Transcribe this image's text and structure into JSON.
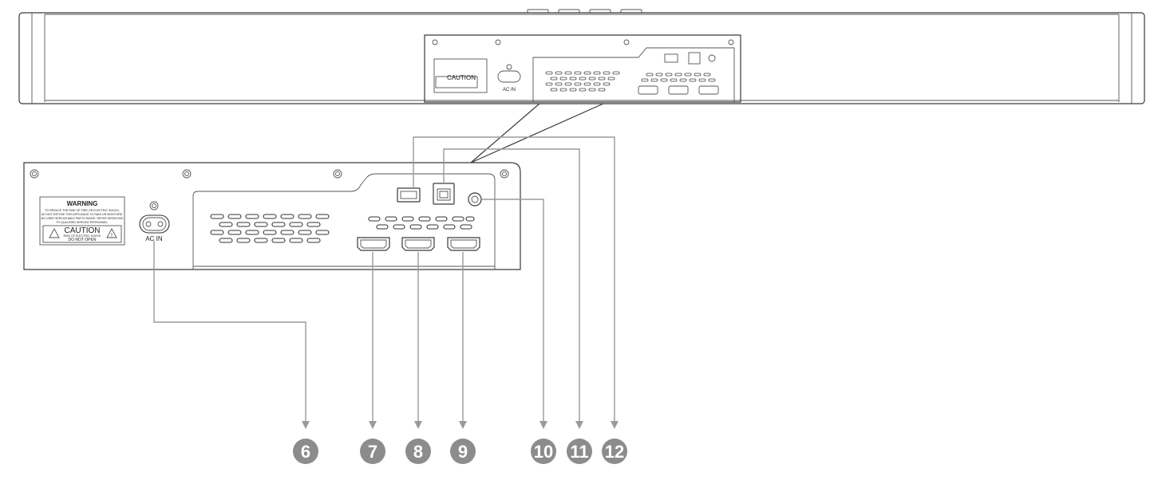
{
  "labels": {
    "ac_in": "AC IN",
    "warning_title": "WARNING",
    "warning_line1": "TO REDUCE THE RISK OF FIRE OR ELECTRIC SHOCK,",
    "warning_line2": "DO NOT EXPOSE THIS APPLIANCE TO RAIN OR MOISTURE.",
    "warning_line3": "NO USER SERVICEABLE PARTS INSIDE. REFER SERVICING",
    "warning_line4": "TO QUALIFIED SERVICE PERSONNEL.",
    "caution_title": "CAUTION",
    "caution_line1": "RISK OF ELECTRIC SHOCK",
    "caution_line2": "DO NOT OPEN"
  },
  "callouts": [
    "6",
    "7",
    "8",
    "9",
    "10",
    "11",
    "12"
  ]
}
